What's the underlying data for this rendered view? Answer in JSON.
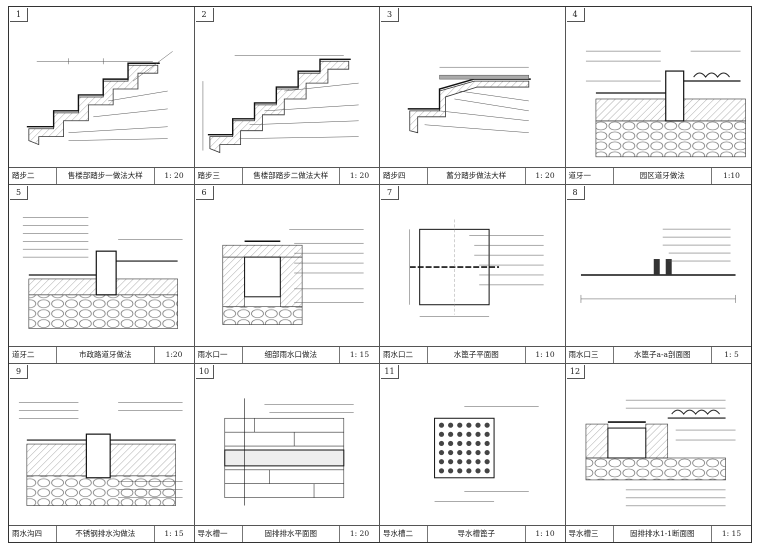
{
  "sheet": {
    "panels": [
      {
        "number": "1",
        "code": "踏步二",
        "title": "售楼部踏步一做法大样",
        "scale": "1: 20"
      },
      {
        "number": "2",
        "code": "踏步三",
        "title": "售楼部踏步二做法大样",
        "scale": "1: 20"
      },
      {
        "number": "3",
        "code": "踏步四",
        "title": "蓄分踏步做法大样",
        "scale": "1: 20"
      },
      {
        "number": "4",
        "code": "道牙一",
        "title": "园区道牙做法",
        "scale": "1:10"
      },
      {
        "number": "5",
        "code": "道牙二",
        "title": "市政路道牙做法",
        "scale": "1:20"
      },
      {
        "number": "6",
        "code": "雨水口一",
        "title": "细部雨水口做法",
        "scale": "1: 15"
      },
      {
        "number": "7",
        "code": "雨水口二",
        "title": "水篦子平面图",
        "scale": "1: 10"
      },
      {
        "number": "8",
        "code": "雨水口三",
        "title": "水篦子a-a剖面图",
        "scale": "1: 5"
      },
      {
        "number": "9",
        "code": "雨水沟四",
        "title": "不锈钢排水沟做法",
        "scale": "1: 15"
      },
      {
        "number": "10",
        "code": "导水槽一",
        "title": "固排排水平面图",
        "scale": "1: 20"
      },
      {
        "number": "11",
        "code": "导水槽二",
        "title": "导水槽篦子",
        "scale": "1: 10"
      },
      {
        "number": "12",
        "code": "导水槽三",
        "title": "固排排水1-1断面图",
        "scale": "1: 15"
      }
    ]
  },
  "palette": {
    "line": "#333333",
    "hatch": "#777777",
    "paper": "#ffffff"
  }
}
